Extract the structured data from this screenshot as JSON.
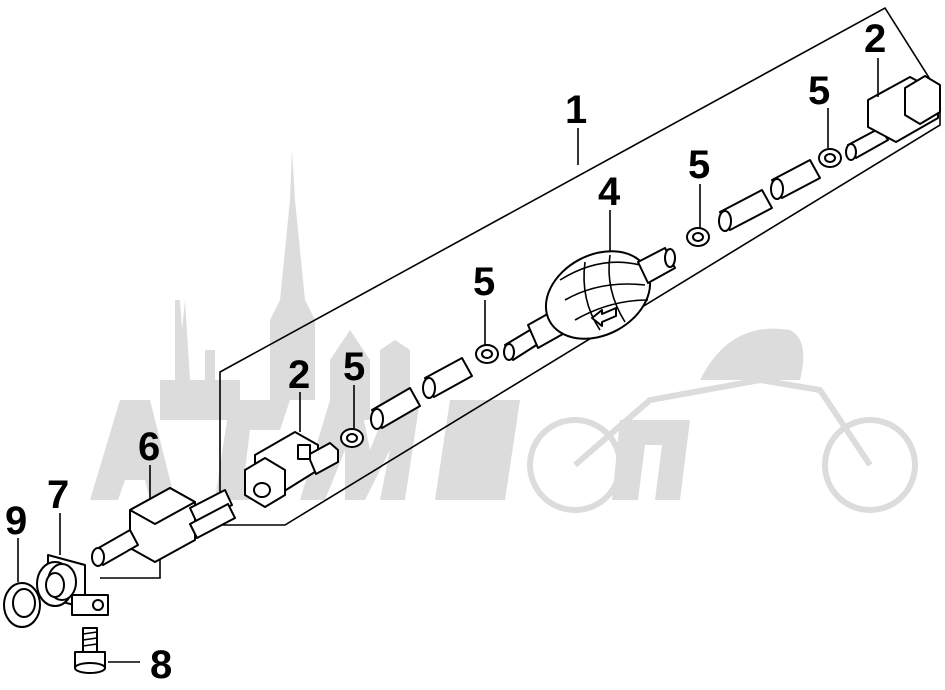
{
  "diagram": {
    "callouts": {
      "c1": "1",
      "c2_left": "2",
      "c2_right": "2",
      "c4": "4",
      "c5_a": "5",
      "c5_b": "5",
      "c5_c": "5",
      "c5_d": "5",
      "c6": "6",
      "c7": "7",
      "c8": "8",
      "c9": "9"
    },
    "colors": {
      "line": "#000000",
      "watermark": "#dcdcdc",
      "background": "#ffffff"
    }
  }
}
